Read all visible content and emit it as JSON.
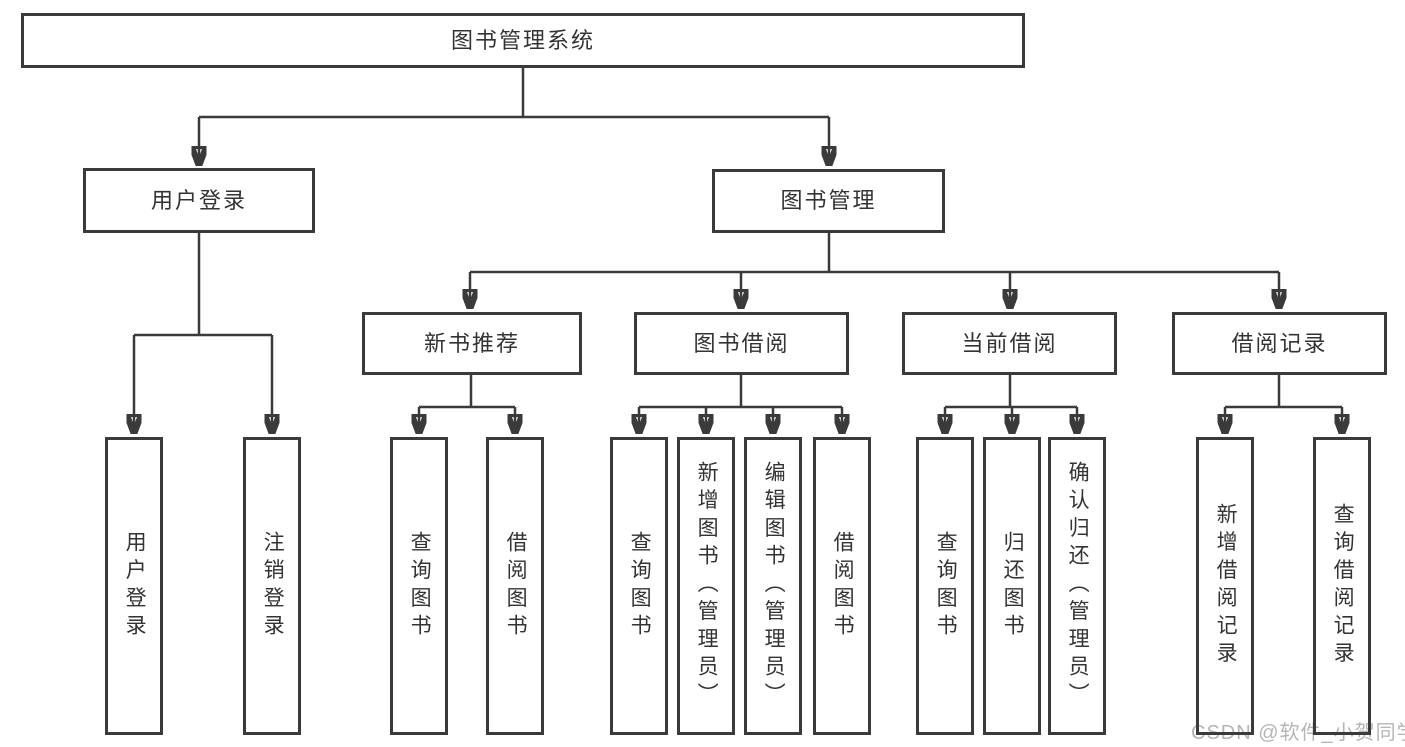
{
  "diagram": {
    "title": "图书管理系统",
    "nodes": {
      "root": "图书管理系统",
      "user_login": "用户登录",
      "book_mgmt": "图书管理",
      "new_book_rec": "新书推荐",
      "book_borrow": "图书借阅",
      "current_borrow": "当前借阅",
      "borrow_records": "借阅记录",
      "user_login_leaf": "用户登录",
      "logout_leaf": "注销登录",
      "nb_query_books": "查询图书",
      "nb_borrow_books": "借阅图书",
      "bb_query_books": "查询图书",
      "bb_add_books": "新增图书（管理员）",
      "bb_edit_books": "编辑图书（管理员）",
      "bb_borrow_books": "借阅图书",
      "cb_query_books": "查询图书",
      "cb_return_books": "归还图书",
      "cb_confirm_return": "确认归还（管理员）",
      "br_add_record": "新增借阅记录",
      "br_query_record": "查询借阅记录"
    },
    "edges": [
      [
        "root",
        "user_login"
      ],
      [
        "root",
        "book_mgmt"
      ],
      [
        "user_login",
        "user_login_leaf"
      ],
      [
        "user_login",
        "logout_leaf"
      ],
      [
        "book_mgmt",
        "new_book_rec"
      ],
      [
        "book_mgmt",
        "book_borrow"
      ],
      [
        "book_mgmt",
        "current_borrow"
      ],
      [
        "book_mgmt",
        "borrow_records"
      ],
      [
        "new_book_rec",
        "nb_query_books"
      ],
      [
        "new_book_rec",
        "nb_borrow_books"
      ],
      [
        "book_borrow",
        "bb_query_books"
      ],
      [
        "book_borrow",
        "bb_add_books"
      ],
      [
        "book_borrow",
        "bb_edit_books"
      ],
      [
        "book_borrow",
        "bb_borrow_books"
      ],
      [
        "current_borrow",
        "cb_query_books"
      ],
      [
        "current_borrow",
        "cb_return_books"
      ],
      [
        "current_borrow",
        "cb_confirm_return"
      ],
      [
        "borrow_records",
        "br_add_record"
      ],
      [
        "borrow_records",
        "br_query_record"
      ]
    ],
    "colors": {
      "line": "#3a3a3a",
      "box_border": "#3a3a3a",
      "box_fill": "#ffffff",
      "text": "#333333",
      "watermark": "#b5b5b5",
      "background": "#ffffff"
    }
  },
  "watermark": {
    "text": "CSDN @软件_小贺同学"
  }
}
